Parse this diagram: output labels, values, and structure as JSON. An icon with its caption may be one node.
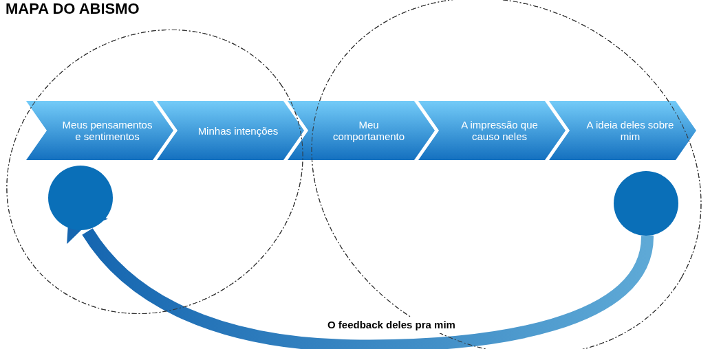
{
  "diagram": {
    "title": "MAPA DO ABISMO",
    "nodes": [
      {
        "text": [
          "Meus pensamentos e sentimentos"
        ]
      },
      {
        "text": [
          "Minhas intenções"
        ]
      },
      {
        "text": [
          "Meu comportamento"
        ]
      },
      {
        "text": [
          "A impressão que causo neles"
        ]
      },
      {
        "text": [
          "A ideia deles sobre mim"
        ]
      },
      {
        "text": [],
        "shape": "circle"
      },
      {
        "text": [],
        "shape": "circle"
      }
    ],
    "edges": [
      {
        "from": 6,
        "to": 5,
        "arrow": "to",
        "label": "O feedback deles pra mim",
        "style": "thick"
      }
    ]
  }
}
